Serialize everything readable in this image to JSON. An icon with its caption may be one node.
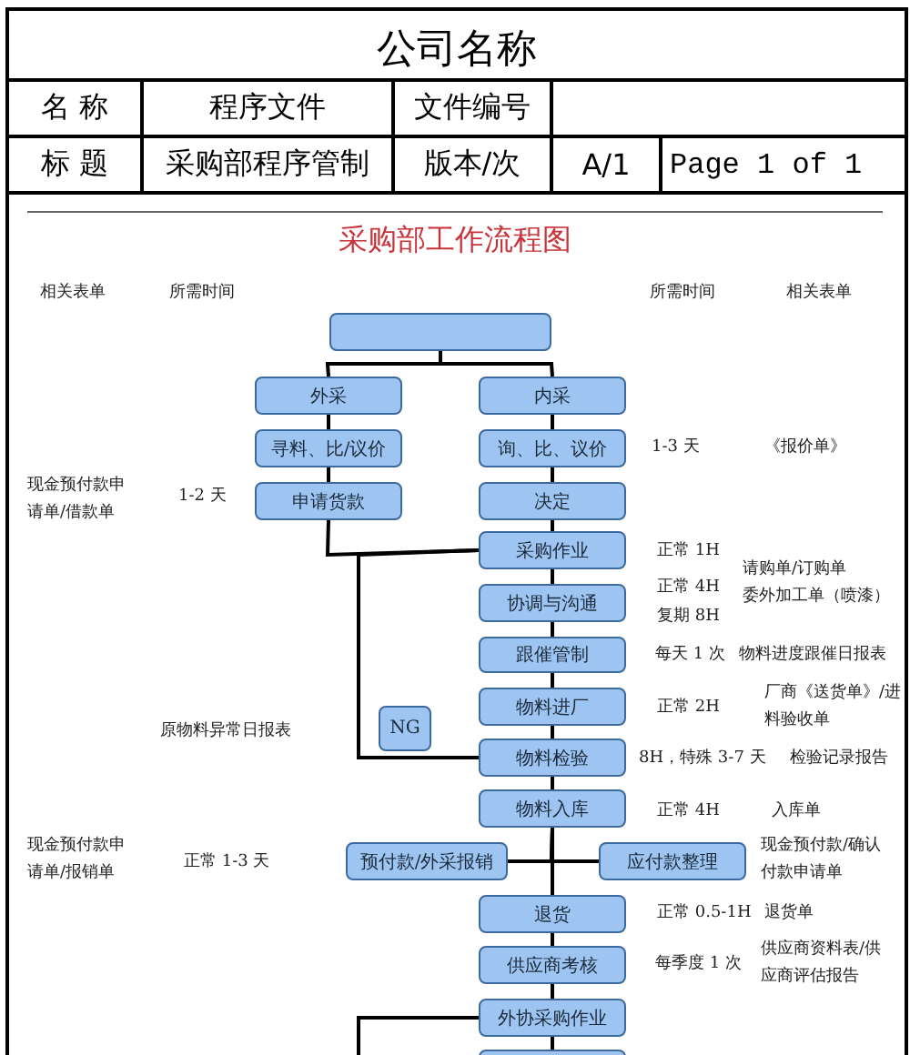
{
  "diagram": {
    "title": "采购部工作流程图",
    "nodes": [
      {
        "text": [],
        "shape": "box"
      },
      {
        "text": [
          "外采"
        ]
      },
      {
        "text": [
          "内采"
        ]
      },
      {
        "text": [
          "寻料、比/议价"
        ]
      },
      {
        "text": [
          "询、比、议价"
        ]
      },
      {
        "text": [
          "申请货款"
        ]
      },
      {
        "text": [
          "决定"
        ]
      },
      {
        "text": [
          "采购作业"
        ]
      },
      {
        "text": [
          "协调与沟通"
        ]
      },
      {
        "text": [
          "跟催管制"
        ]
      },
      {
        "text": [
          "物料进厂"
        ]
      },
      {
        "text": [
          "NG"
        ]
      },
      {
        "text": [
          "物料检验"
        ]
      },
      {
        "text": [
          "物料入库"
        ]
      },
      {
        "text": [
          "预付款/外采报销"
        ]
      },
      {
        "text": [
          "应付款整理"
        ]
      },
      {
        "text": [
          "退货"
        ]
      },
      {
        "text": [
          "供应商考核"
        ]
      },
      {
        "text": [
          "外协采购作业"
        ]
      },
      {
        "text": [],
        "shape": "box"
      }
    ],
    "edges": [
      {
        "from": 0,
        "to": 1,
        "arrow": "none"
      },
      {
        "from": 0,
        "to": 2,
        "arrow": "none"
      },
      {
        "from": 1,
        "to": 3,
        "arrow": "none"
      },
      {
        "from": 2,
        "to": 4,
        "arrow": "none"
      },
      {
        "from": 3,
        "to": 5,
        "arrow": "none"
      },
      {
        "from": 4,
        "to": 6,
        "arrow": "none"
      },
      {
        "from": 5,
        "to": 7,
        "arrow": "none"
      },
      {
        "from": 6,
        "to": 7,
        "arrow": "none"
      },
      {
        "from": 7,
        "to": 8,
        "arrow": "none"
      },
      {
        "from": 8,
        "to": 9,
        "arrow": "none"
      },
      {
        "from": 9,
        "to": 10,
        "arrow": "none"
      },
      {
        "from": 10,
        "to": 12,
        "arrow": "none"
      },
      {
        "from": 12,
        "to": 7,
        "arrow": "none"
      },
      {
        "from": 12,
        "to": 13,
        "arrow": "none"
      },
      {
        "from": 13,
        "to": 14,
        "arrow": "none"
      },
      {
        "from": 13,
        "to": 15,
        "arrow": "none"
      },
      {
        "from": 13,
        "to": 16,
        "arrow": "none"
      },
      {
        "from": 16,
        "to": 17,
        "arrow": "none"
      },
      {
        "from": 17,
        "to": 18,
        "arrow": "none"
      },
      {
        "from": 18,
        "to": 19,
        "arrow": "none"
      },
      {
        "from": 18,
        "to": null,
        "arrow": "none"
      }
    ],
    "labels": [
      "公司名称",
      "名 称",
      "程序文件",
      "文件编号",
      "标 题",
      "采购部程序管制",
      "版本/次",
      "A/1",
      "Page 1 of 1",
      "相关表单",
      "所需时间",
      "所需时间",
      "相关表单",
      "1-3 天",
      "《报价单》",
      "现金预付款申请单/借款单",
      "1-2 天",
      "正常 1H",
      "请购单/订购单",
      "正常 4H",
      "委外加工单（喷漆）",
      "复期 8H",
      "每天 1 次",
      "物料进度跟催日报表",
      "正常 2H",
      "厂商《送货单》/进料验收单",
      "原物料异常日报表",
      "8H，特殊 3-7 天",
      "检验记录报告",
      "正常 4H",
      "入库单",
      "现金预付款申请单/报销单",
      "正常 1-3 天",
      "现金预付款/确认付款申请单",
      "正常 0.5-1H",
      "退货单",
      "每季度 1 次",
      "供应商资料表/供应商评估报告"
    ]
  }
}
